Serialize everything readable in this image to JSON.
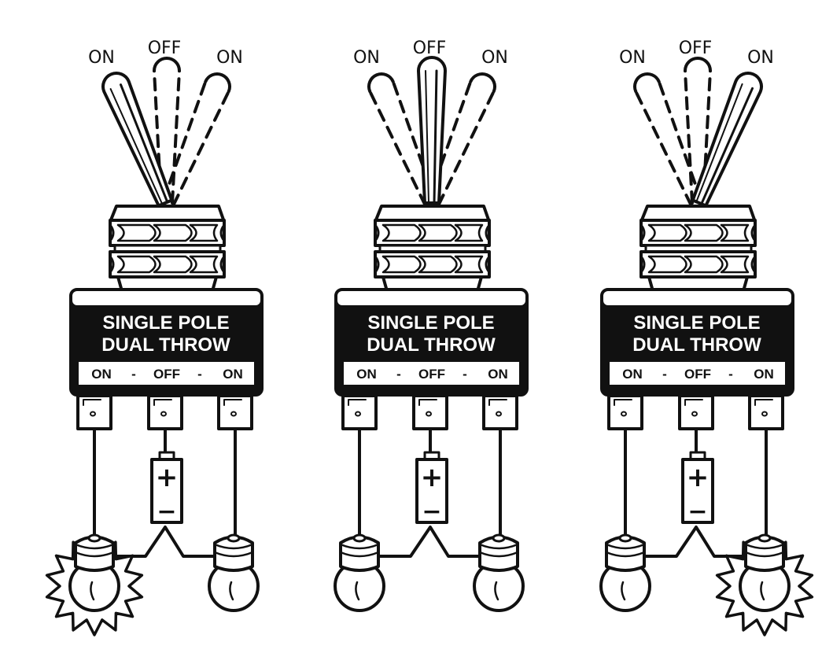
{
  "colors": {
    "ink": "#111111",
    "paper": "#ffffff",
    "plate": "#111111"
  },
  "switches": [
    {
      "lever_position": "left",
      "lit_bulb": "left",
      "labels": {
        "left": "ON",
        "center": "OFF",
        "right": "ON"
      },
      "title_line1": "SINGLE POLE",
      "title_line2": "DUAL THROW",
      "positions": {
        "a": "ON",
        "sep1": "-",
        "b": "OFF",
        "sep2": "-",
        "c": "ON"
      },
      "battery": {
        "plus": "+",
        "minus": "−"
      }
    },
    {
      "lever_position": "center",
      "lit_bulb": "none",
      "labels": {
        "left": "ON",
        "center": "OFF",
        "right": "ON"
      },
      "title_line1": "SINGLE POLE",
      "title_line2": "DUAL THROW",
      "positions": {
        "a": "ON",
        "sep1": "-",
        "b": "OFF",
        "sep2": "-",
        "c": "ON"
      },
      "battery": {
        "plus": "+",
        "minus": "−"
      }
    },
    {
      "lever_position": "right",
      "lit_bulb": "right",
      "labels": {
        "left": "ON",
        "center": "OFF",
        "right": "ON"
      },
      "title_line1": "SINGLE POLE",
      "title_line2": "DUAL THROW",
      "positions": {
        "a": "ON",
        "sep1": "-",
        "b": "OFF",
        "sep2": "-",
        "c": "ON"
      },
      "battery": {
        "plus": "+",
        "minus": "−"
      }
    }
  ]
}
